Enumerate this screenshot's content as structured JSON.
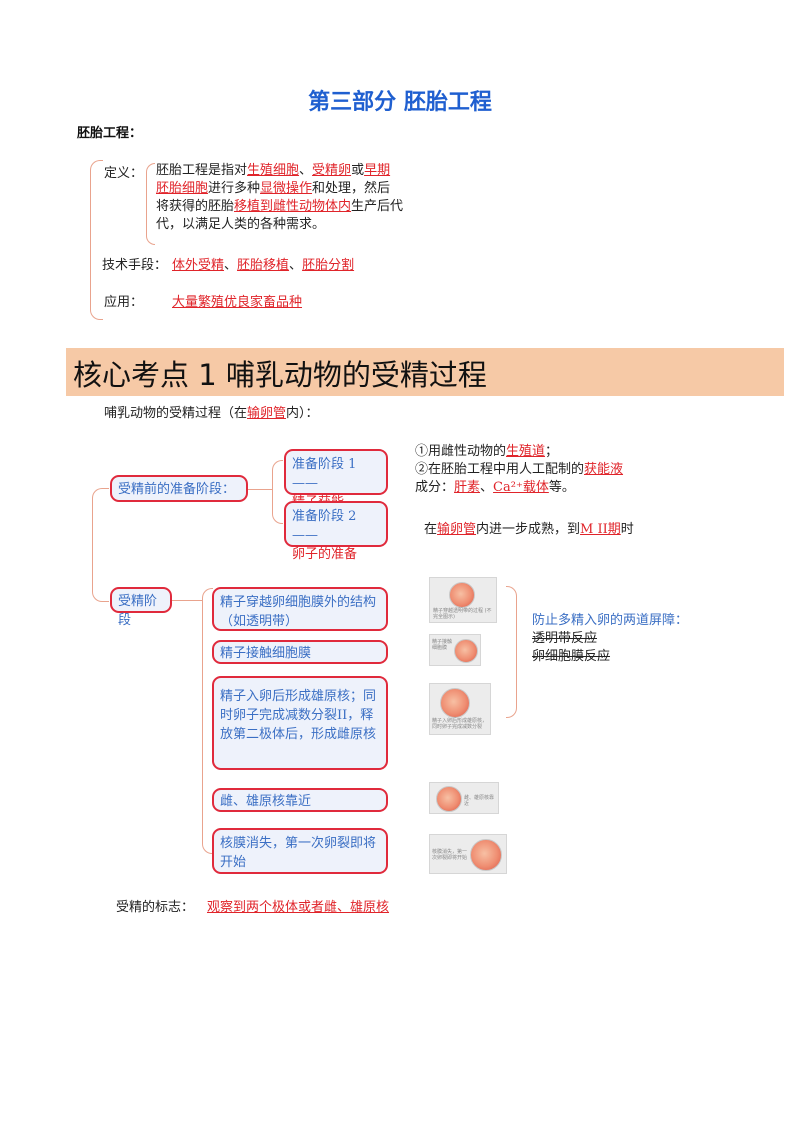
{
  "title": "第三部分  胚胎工程",
  "section_label": "胚胎工程：",
  "definition": {
    "label": "定义：",
    "lines": [
      [
        {
          "t": "胚胎工程是指对"
        },
        {
          "t": "生殖细胞",
          "r": 1
        },
        {
          "t": "、"
        },
        {
          "t": "受精卵",
          "r": 1
        },
        {
          "t": "或"
        },
        {
          "t": "早期",
          "r": 1
        }
      ],
      [
        {
          "t": "胚胎细胞",
          "r": 1
        },
        {
          "t": "进行多种"
        },
        {
          "t": "显微操作",
          "r": 1
        },
        {
          "t": "和处理，然后"
        }
      ],
      [
        {
          "t": "将获得的胚胎"
        },
        {
          "t": "移植到雌性动物体内",
          "r": 1
        },
        {
          "t": "生产后代"
        }
      ],
      [
        {
          "t": "代，以满足人类的各种需求。"
        }
      ]
    ]
  },
  "technique": {
    "label": "技术手段：",
    "items": [
      "体外受精",
      "胚胎移植",
      "胚胎分割"
    ],
    "sep": "、"
  },
  "application": {
    "label": "应用：",
    "value": "大量繁殖优良家畜品种"
  },
  "banner": "核心考点 1 哺乳动物的受精过程",
  "intro": {
    "pre": "哺乳动物的受精过程（在",
    "link": "输卵管",
    "post": "内）："
  },
  "prep": {
    "label": "受精前的准备阶段：",
    "stage1": {
      "line1": "准备阶段 1——",
      "line2": "精子获能"
    },
    "stage2": {
      "line1": "准备阶段 2——",
      "line2": "卵子的准备"
    },
    "note1": {
      "l1_pre": "①用雌性动物的",
      "l1_link": "生殖道",
      "l1_post": "；",
      "l2_pre": "②在胚胎工程中用人工配制的",
      "l2_link": "获能液",
      "l3_pre": "成分：",
      "l3_a": "肝素",
      "l3_sep": "、",
      "l3_b": "Ca²⁺载体",
      "l3_post": "等。"
    },
    "note2": {
      "pre": "在",
      "link1": "输卵管",
      "mid": "内进一步成熟，到",
      "link2": "M II期",
      "post": "时"
    }
  },
  "fert": {
    "label": "受精阶段",
    "steps": [
      "精子穿越卵细胞膜外的结构（如透明带）",
      "精子接触细胞膜",
      "精子入卵后形成雄原核；同时卵子完成减数分裂II，释放第二极体后，形成雌原核",
      "雌、雄原核靠近",
      "核膜消失，第一次卵裂即将开始"
    ],
    "barrier_title": "防止多精入卵的两道屏障：",
    "barriers": [
      "透明带反应",
      "卵细胞膜反应"
    ],
    "img_captions": [
      "精子穿越透明带的过程 (不完全图示)",
      "精子接触细胞膜",
      "精子入卵后形成雄原核，同时卵子完成减数分裂",
      "雌、雄原核靠近",
      "核膜消失，第一次卵裂即将开始"
    ]
  },
  "sign": {
    "label": "受精的标志：",
    "value": "观察到两个极体或者雌、雄原核"
  }
}
